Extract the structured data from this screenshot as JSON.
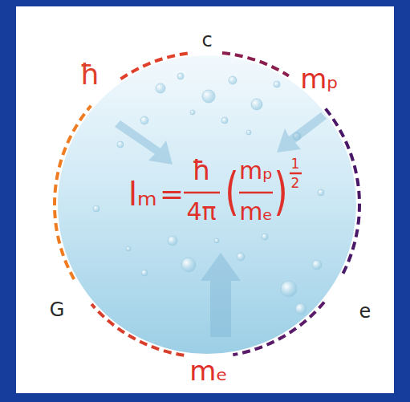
{
  "diagram": {
    "labels": [
      "c",
      "ħ",
      "mₚ",
      "G",
      "e",
      "mₑ",
      "lₘ",
      "=",
      "ħ",
      "4π",
      "(",
      "mₚ",
      "mₑ",
      ")",
      "1",
      "2"
    ]
  }
}
